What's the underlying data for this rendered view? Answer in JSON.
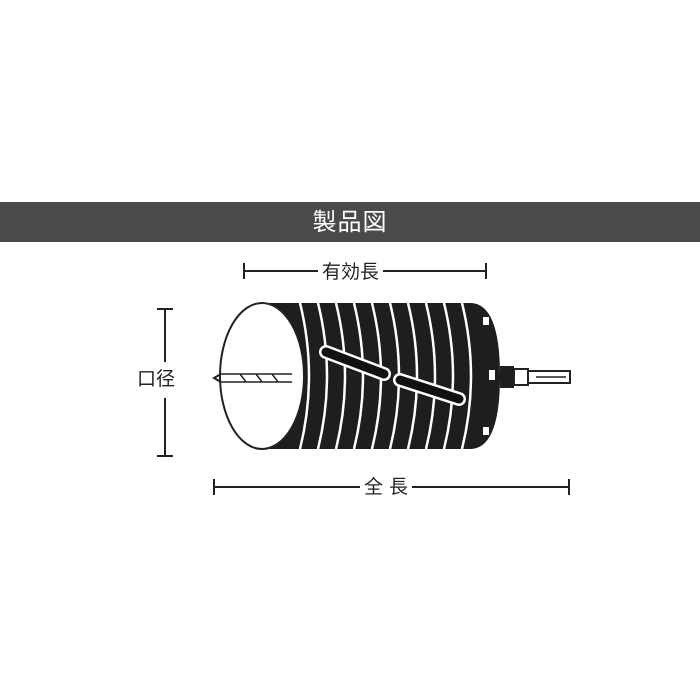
{
  "header": {
    "title": "製品図"
  },
  "dimensions": {
    "effective_length": "有効長",
    "diameter": "口径",
    "total_length": "全 長"
  },
  "colors": {
    "banner": "#4a4a4a",
    "line": "#222222",
    "body": "#1e1e1e"
  }
}
